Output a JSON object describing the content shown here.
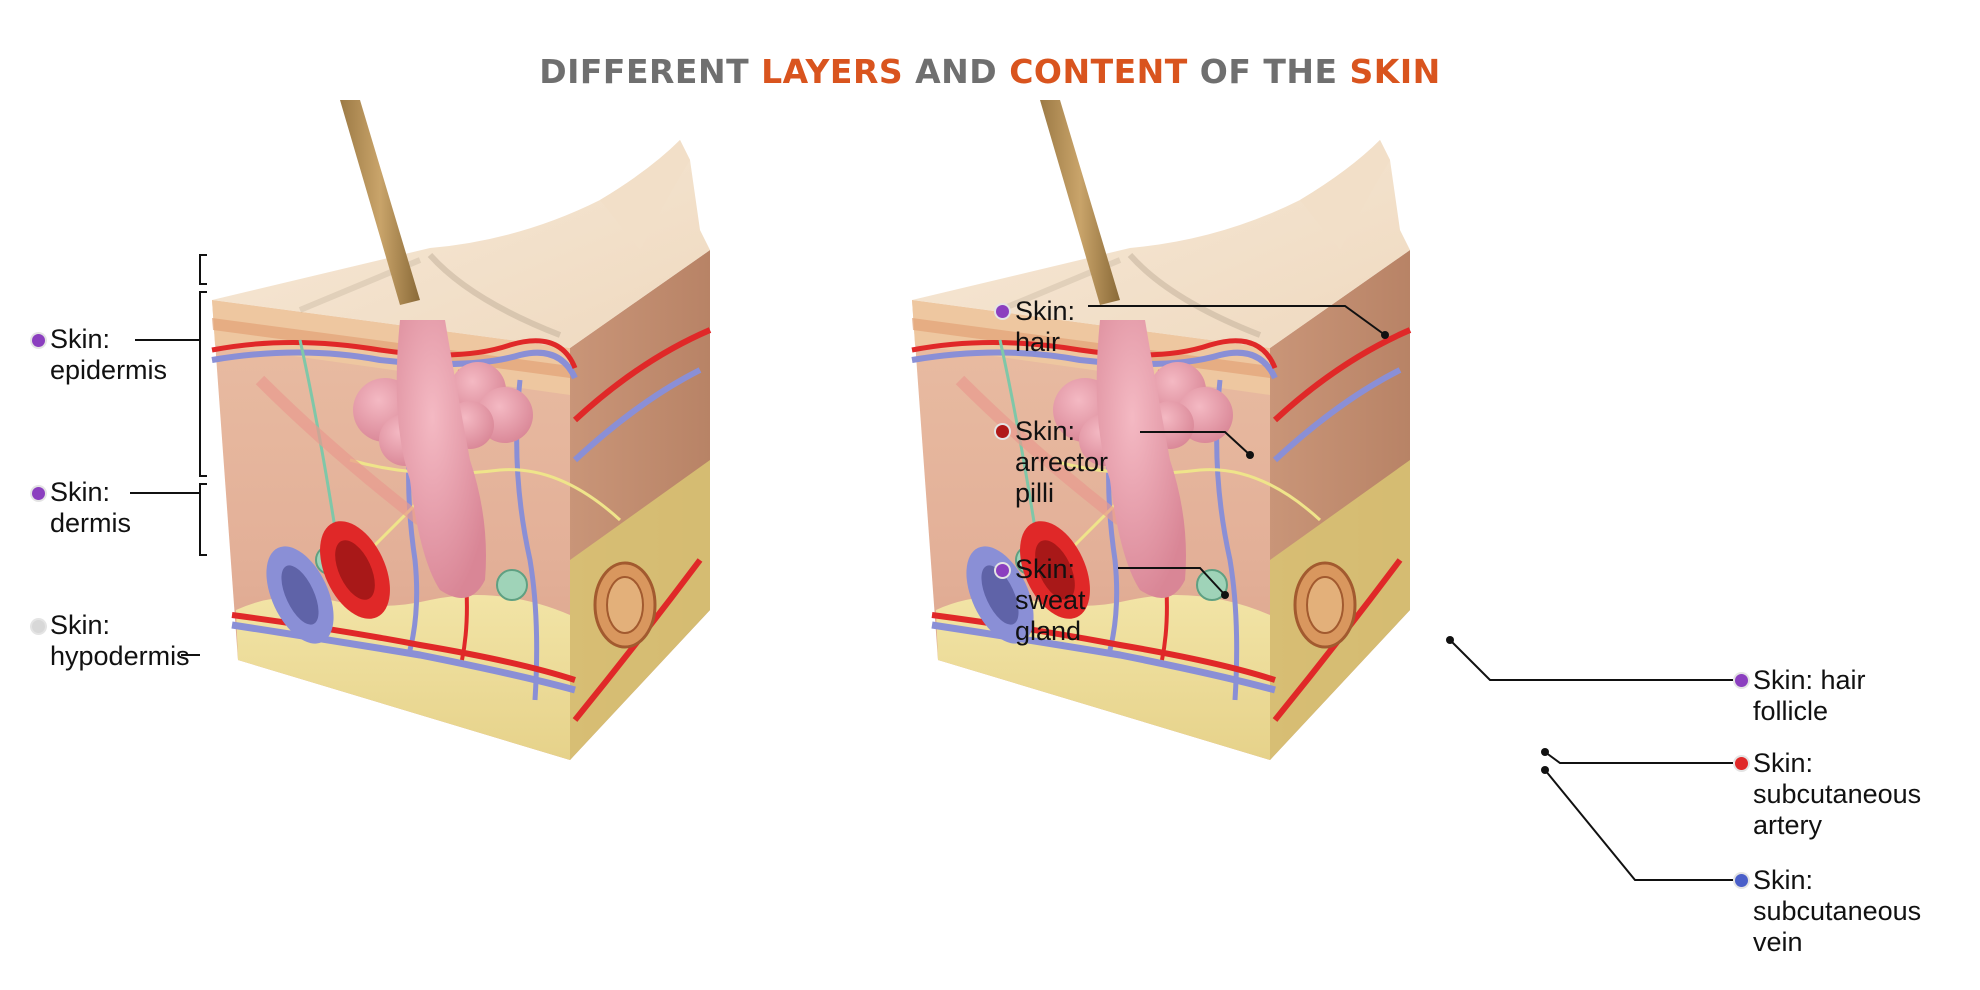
{
  "title": {
    "part1": "DIFFERENT",
    "part2": "LAYERS",
    "part3": "AND",
    "part4": "CONTENT",
    "part5": "OF THE",
    "part6": "SKIN"
  },
  "colors": {
    "title_gray": "#6f6f6f",
    "title_orange": "#d9541e",
    "dot_purple": "#8b3fbf",
    "dot_red": "#b01818",
    "dot_blue": "#4a5fc9",
    "dot_light": "#d8d8d8"
  },
  "left_labels": [
    {
      "line1": "Skin:",
      "line2": "epidermis",
      "dot": "purple"
    },
    {
      "line1": "Skin:",
      "line2": "dermis",
      "dot": "purple"
    },
    {
      "line1": "Skin:",
      "line2": "hypodermis",
      "dot": "light"
    }
  ],
  "right_labels": [
    {
      "line1": "Skin:",
      "line2": "hair",
      "dot": "purple"
    },
    {
      "line1": "Skin:",
      "line2": "arrector",
      "line3": "pilli",
      "dot": "red"
    },
    {
      "line1": "Skin:",
      "line2": "sweat",
      "line3": "gland",
      "dot": "purple"
    },
    {
      "line1": "Skin: hair",
      "line2": "follicle",
      "dot": "purple"
    },
    {
      "line1": "Skin:",
      "line2": "subcutaneous",
      "line3": "artery",
      "dot": "red"
    },
    {
      "line1": "Skin:",
      "line2": "subcutaneous",
      "line3": "vein",
      "dot": "blue"
    }
  ]
}
